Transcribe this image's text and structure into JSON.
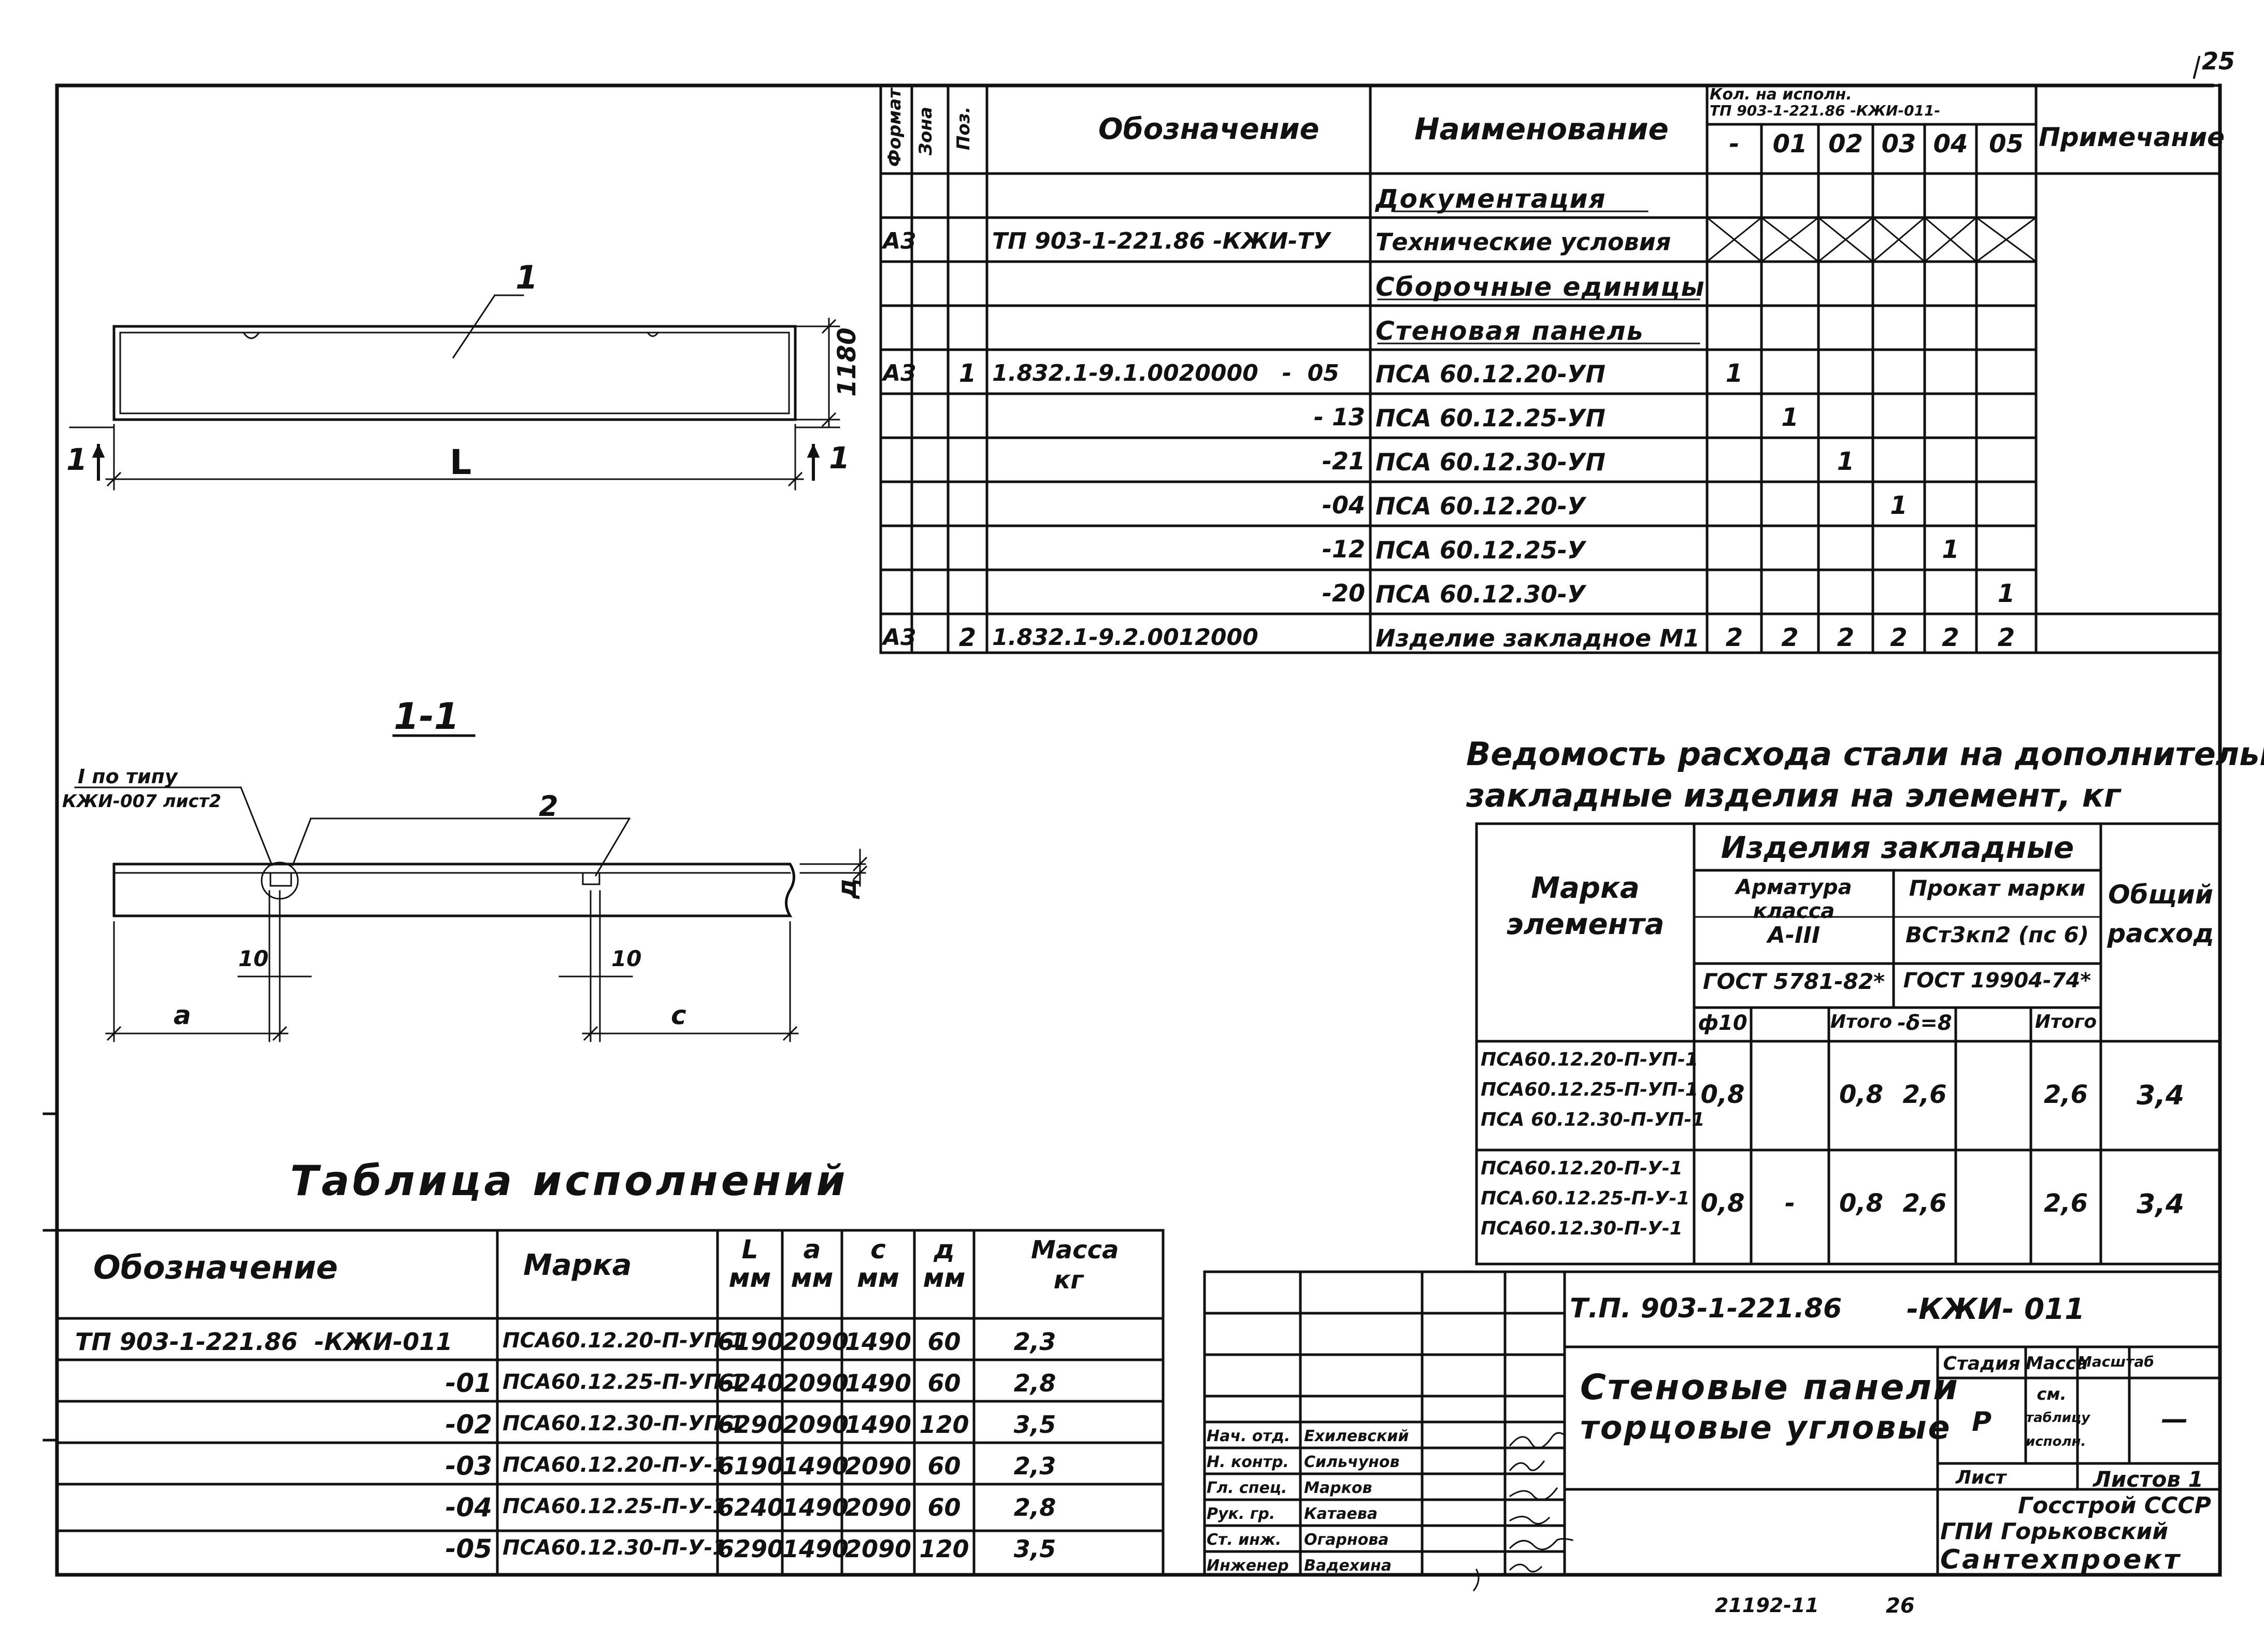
{
  "sheet_corner": "25",
  "stamp_bottom": "21192-11",
  "stamp_page": "26",
  "drawing": {
    "pos1": "1",
    "dim_height": "1180",
    "dim_length": "L",
    "section_mark_left": "1",
    "section_mark_right": "1",
    "section_title": "1-1",
    "note_line1": "I по типу",
    "note_line2": "КЖИ-007 лист2",
    "pos2": "2",
    "dim_10_left": "10",
    "dim_10_right": "10",
    "dim_a": "а",
    "dim_c": "с",
    "dim_d": "д"
  },
  "spec": {
    "headers": {
      "format": "Формат",
      "zone": "Зона",
      "pos": "Поз.",
      "designation": "Обозначение",
      "name": "Наименование",
      "qty_title_1": "Кол. на исполн.",
      "qty_title_2": "ТП 903-1-221.86 -КЖИ-011-",
      "qty_cols": [
        "-",
        "01",
        "02",
        "03",
        "04",
        "05"
      ],
      "note": "Примечание"
    },
    "rows": [
      {
        "format": "",
        "pos": "",
        "designation": "",
        "name": "Документация",
        "qty": [
          "",
          "",
          "",
          "",
          "",
          ""
        ],
        "style": "section"
      },
      {
        "format": "А3",
        "pos": "",
        "designation": "ТП 903-1-221.86 -КЖИ-ТУ",
        "name": "Технические условия",
        "qty": [
          "x",
          "x",
          "x",
          "x",
          "x",
          "x"
        ],
        "style": ""
      },
      {
        "format": "",
        "pos": "",
        "designation": "",
        "name": "Сборочные единицы",
        "qty": [
          "",
          "",
          "",
          "",
          "",
          ""
        ],
        "style": "section"
      },
      {
        "format": "",
        "pos": "",
        "designation": "",
        "name": "Стеновая панель",
        "qty": [
          "",
          "",
          "",
          "",
          "",
          ""
        ],
        "style": "section"
      },
      {
        "format": "А3",
        "pos": "1",
        "designation": "1.832.1-9.1.0020000   -  05",
        "name": "ПСА 60.12.20-УП",
        "qty": [
          "1",
          "",
          "",
          "",
          "",
          ""
        ],
        "style": ""
      },
      {
        "format": "",
        "pos": "",
        "designation": "- 13",
        "name": "ПСА 60.12.25-УП",
        "qty": [
          "",
          "1",
          "",
          "",
          "",
          ""
        ],
        "style": "right"
      },
      {
        "format": "",
        "pos": "",
        "designation": "-21",
        "name": "ПСА 60.12.30-УП",
        "qty": [
          "",
          "",
          "1",
          "",
          "",
          ""
        ],
        "style": "right"
      },
      {
        "format": "",
        "pos": "",
        "designation": "-04",
        "name": "ПСА 60.12.20-У",
        "qty": [
          "",
          "",
          "",
          "1",
          "",
          ""
        ],
        "style": "right"
      },
      {
        "format": "",
        "pos": "",
        "designation": "-12",
        "name": "ПСА 60.12.25-У",
        "qty": [
          "",
          "",
          "",
          "",
          "1",
          ""
        ],
        "style": "right"
      },
      {
        "format": "",
        "pos": "",
        "designation": "-20",
        "name": "ПСА 60.12.30-У",
        "qty": [
          "",
          "",
          "",
          "",
          "",
          "1"
        ],
        "style": "right"
      },
      {
        "format": "А3",
        "pos": "2",
        "designation": "1.832.1-9.2.0012000",
        "name": "Изделие закладное М1",
        "qty": [
          "2",
          "2",
          "2",
          "2",
          "2",
          "2"
        ],
        "style": ""
      }
    ]
  },
  "steel": {
    "title_line1": "Ведомость расхода стали на дополнительные",
    "title_line2": "закладные изделия на элемент, кг",
    "h_mark": "Марка элемента",
    "h_group": "Изделия закладные",
    "h_arm": "Арматура класса",
    "h_arm_class": "А-III",
    "h_arm_gost": "ГОСТ 5781-82*",
    "h_prokat": "Прокат марки",
    "h_prokat_grade": "ВСт3кп2 (пс 6)",
    "h_prokat_gost": "ГОСТ 19904-74*",
    "h_total": "Общий расход",
    "sub": [
      "ф10",
      "",
      "Итого",
      "-δ=8",
      "",
      "Итого"
    ],
    "rows": [
      {
        "marks": [
          "ПСА60.12.20-П-УП-1",
          "ПСА60.12.25-П-УП-1",
          "ПСА 60.12.30-П-УП-1"
        ],
        "vals": [
          "0,8",
          "",
          "0,8",
          "2,6",
          "",
          "2,6"
        ],
        "total": "3,4"
      },
      {
        "marks": [
          "ПСА60.12.20-П-У-1",
          "ПСА.60.12.25-П-У-1",
          "ПСА60.12.30-П-У-1"
        ],
        "vals": [
          "0,8",
          "-",
          "0,8",
          "2,6",
          "",
          "2,6"
        ],
        "total": "3,4"
      }
    ]
  },
  "variants": {
    "title": "Таблица исполнений",
    "headers": [
      "Обозначение",
      "Марка",
      "L мм",
      "а мм",
      "с мм",
      "д мм",
      "Масса кг"
    ],
    "rows": [
      [
        "ТП 903-1-221.86  -КЖИ-011",
        "ПСА60.12.20-П-УП-1",
        "6190",
        "2090",
        "1490",
        "60",
        "2,3"
      ],
      [
        "-01",
        "ПСА60.12.25-П-УП-1",
        "6240",
        "2090",
        "1490",
        "60",
        "2,8"
      ],
      [
        "-02",
        "ПСА60.12.30-П-УП-1",
        "6290",
        "2090",
        "1490",
        "120",
        "3,5"
      ],
      [
        "-03",
        "ПСА60.12.20-П-У-1",
        "6190",
        "1490",
        "2090",
        "60",
        "2,3"
      ],
      [
        "-04",
        "ПСА60.12.25-П-У-1",
        "6240",
        "1490",
        "2090",
        "60",
        "2,8"
      ],
      [
        "-05",
        "ПСА60.12.30-П-У-1",
        "6290",
        "1490",
        "2090",
        "120",
        "3,5"
      ]
    ]
  },
  "title_block": {
    "doc_code": "Т.П. 903-1-221.86",
    "doc_suffix": "-КЖИ- 011",
    "title_line1": "Стеновые панели",
    "title_line2": "торцовые угловые",
    "stage_label": "Стадия",
    "mass_label": "Масса",
    "scale_label": "Масштаб",
    "stage_value": "Р",
    "mass_value_1": "см.",
    "mass_value_2": "таблицу",
    "mass_value_3": "исполн.",
    "scale_value": "—",
    "sheet_label": "Лист",
    "sheets_label": "Листов 1",
    "org_line1": "Госстрой СССР",
    "org_line2": "ГПИ Горьковский",
    "org_line3": "Сантехпроект",
    "people": [
      {
        "role": "Нач. отд.",
        "name": "Ехилевский"
      },
      {
        "role": "Н. контр.",
        "name": "Сильчунов"
      },
      {
        "role": "Гл. спец.",
        "name": "Марков"
      },
      {
        "role": "Рук. гр.",
        "name": "Катаева"
      },
      {
        "role": "Ст. инж.",
        "name": "Огарнова"
      },
      {
        "role": "Инженер",
        "name": "Вадехина"
      }
    ]
  }
}
